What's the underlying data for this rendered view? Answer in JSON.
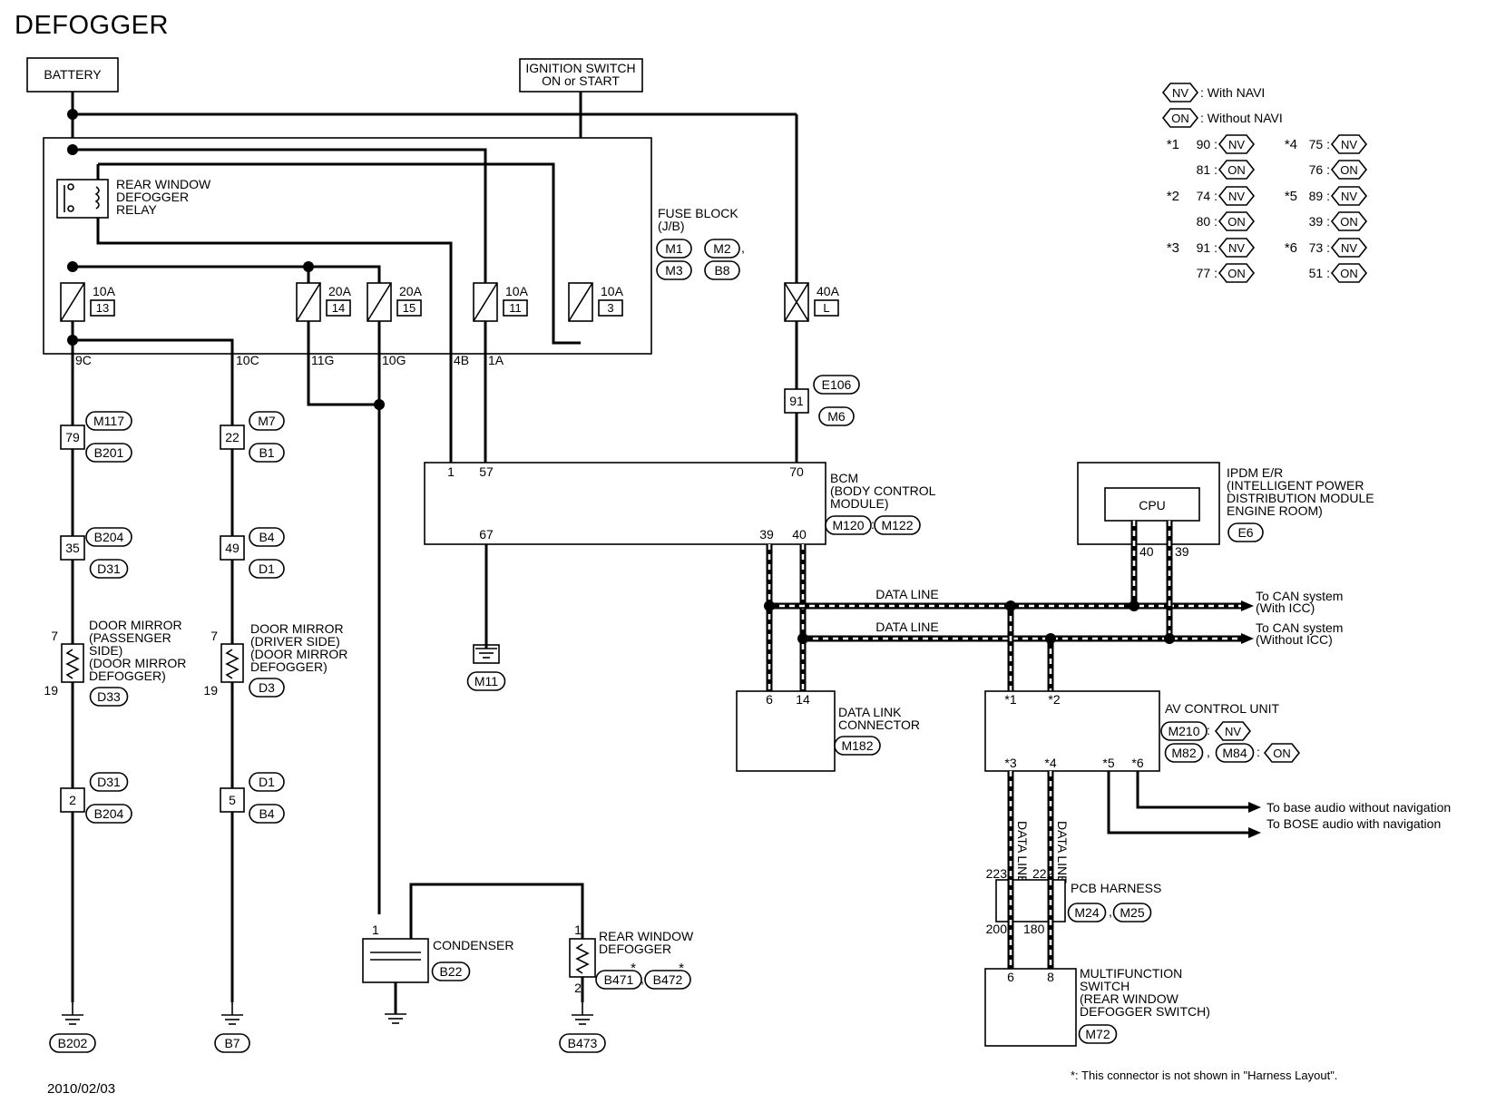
{
  "title": "DEFOGGER",
  "date": "2010/02/03",
  "footnote": "*: This connector is not shown in \"Harness Layout\".",
  "legend": {
    "nv_tag": "NV",
    "nv_desc": ": With NAVI",
    "on_tag": "ON",
    "on_desc": ": Without NAVI",
    "entries": [
      {
        "mark": "*1",
        "pins": [
          "90",
          "81"
        ]
      },
      {
        "mark": "*2",
        "pins": [
          "74",
          "80"
        ]
      },
      {
        "mark": "*3",
        "pins": [
          "91",
          "77"
        ]
      },
      {
        "mark": "*4",
        "pins": [
          "75",
          "76"
        ]
      },
      {
        "mark": "*5",
        "pins": [
          "89",
          "39"
        ]
      },
      {
        "mark": "*6",
        "pins": [
          "73",
          "51"
        ]
      }
    ]
  },
  "labels": {
    "battery": "BATTERY",
    "ign1": "IGNITION SWITCH",
    "ign2": "ON or START",
    "relay": [
      "REAR WINDOW",
      "DEFOGGER",
      "RELAY"
    ],
    "fuse_block": [
      "FUSE BLOCK",
      "(J/B)"
    ],
    "bcm": [
      "BCM",
      "(BODY CONTROL",
      "MODULE)"
    ],
    "ipdm": [
      "IPDM E/R",
      "(INTELLIGENT POWER",
      "DISTRIBUTION MODULE",
      "ENGINE ROOM)"
    ],
    "cpu": "CPU",
    "data_line": "DATA LINE",
    "can1": [
      "To CAN system",
      "(With ICC)"
    ],
    "can2": [
      "To CAN system",
      "(Without ICC)"
    ],
    "dlc": [
      "DATA LINK",
      "CONNECTOR"
    ],
    "av": "AV CONTROL UNIT",
    "audio1": "To base audio without navigation",
    "audio2": "To BOSE audio with navigation",
    "pcb": "PCB HARNESS",
    "mfs": [
      "MULTIFUNCTION",
      "SWITCH",
      "(REAR WINDOW",
      "DEFOGGER SWITCH)"
    ],
    "condenser": "CONDENSER",
    "rwd": [
      "REAR WINDOW",
      "DEFOGGER"
    ],
    "mirror_p": [
      "DOOR MIRROR",
      "(PASSENGER",
      "SIDE)",
      "(DOOR MIRROR",
      "DEFOGGER)"
    ],
    "mirror_d": [
      "DOOR MIRROR",
      "(DRIVER SIDE)",
      "(DOOR MIRROR",
      "DEFOGGER)"
    ]
  },
  "fuses": [
    {
      "amp": "10A",
      "num": "13"
    },
    {
      "amp": "20A",
      "num": "14"
    },
    {
      "amp": "20A",
      "num": "15"
    },
    {
      "amp": "10A",
      "num": "11"
    },
    {
      "amp": "10A",
      "num": "3"
    },
    {
      "amp": "40A",
      "num": "L"
    }
  ],
  "connectors": {
    "fuse_block": [
      "M1",
      "M2",
      "M3",
      "B8"
    ],
    "bcm": [
      "M120",
      "M122"
    ],
    "ipdm": "E6",
    "dlc": "M182",
    "av_nv": "M210",
    "av_on": [
      "M82",
      "M84"
    ],
    "pcb": [
      "M24",
      "M25"
    ],
    "mfs": "M72",
    "condenser": "B22",
    "rwd": [
      "B471",
      "B472"
    ],
    "grounds": [
      "B202",
      "B7",
      "M11",
      "B473"
    ],
    "m6a": "E106",
    "m6b": "M6",
    "w1": [
      "M117",
      "B201",
      "B204",
      "D31",
      "D33",
      "D31",
      "B204"
    ],
    "w2": [
      "M7",
      "B1",
      "B4",
      "D1",
      "D3",
      "D1",
      "B4"
    ]
  },
  "pins": {
    "wire_codes": [
      "9C",
      "10C",
      "11G",
      "10G",
      "4B",
      "1A"
    ],
    "j91": "91",
    "bcm": [
      "1",
      "57",
      "70",
      "67",
      "39",
      "40"
    ],
    "ipdm": [
      "40",
      "39"
    ],
    "dlc": [
      "6",
      "14"
    ],
    "av": [
      "*1",
      "*2",
      "*3",
      "*4",
      "*5",
      "*6"
    ],
    "pcb": [
      "223",
      "222",
      "200",
      "180"
    ],
    "mfs": [
      "6",
      "8"
    ],
    "w1": [
      "79",
      "35",
      "7",
      "19",
      "2"
    ],
    "w2": [
      "22",
      "49",
      "7",
      "19",
      "5"
    ],
    "condenser": "1",
    "rwd": [
      "1",
      "2"
    ]
  }
}
